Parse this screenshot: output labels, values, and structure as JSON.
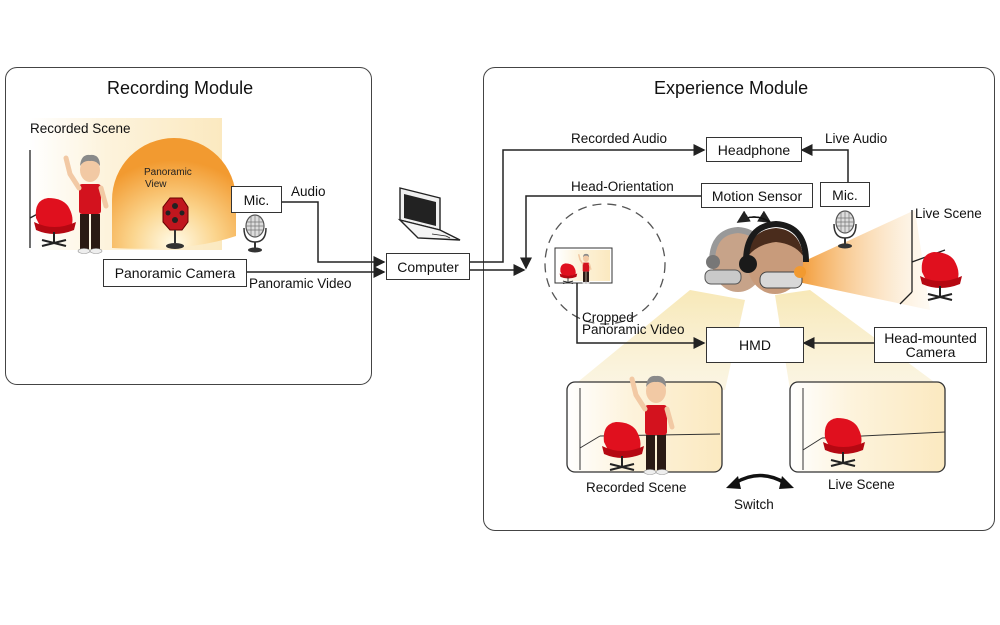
{
  "recording_module": {
    "title": "Recording Module",
    "scene_label": "Recorded Scene",
    "panoramic_view_line1": "Panoramic",
    "panoramic_view_line2": "View",
    "mic_label": "Mic.",
    "audio_label": "Audio",
    "camera_label": "Panoramic Camera",
    "video_label": "Panoramic Video"
  },
  "computer": {
    "label": "Computer"
  },
  "experience_module": {
    "title": "Experience Module",
    "recorded_audio_label": "Recorded Audio",
    "headphone_label": "Headphone",
    "live_audio_label": "Live Audio",
    "head_orientation_label": "Head-Orientation",
    "motion_sensor_label": "Motion Sensor",
    "mic_label": "Mic.",
    "live_scene_label": "Live Scene",
    "cropped_line1": "Cropped",
    "cropped_line2": "Panoramic Video",
    "hmd_label": "HMD",
    "head_camera_line1": "Head-mounted",
    "head_camera_line2": "Camera",
    "recorded_scene_label": "Recorded Scene",
    "live_scene_bottom_label": "Live Scene",
    "switch_label": "Switch"
  },
  "colors": {
    "chair_red": "#e0101e",
    "shirt_red": "#d3121e",
    "glow_orange": "#f4a23a",
    "scene_cream": "#fbf1d2",
    "line": "#222222"
  }
}
